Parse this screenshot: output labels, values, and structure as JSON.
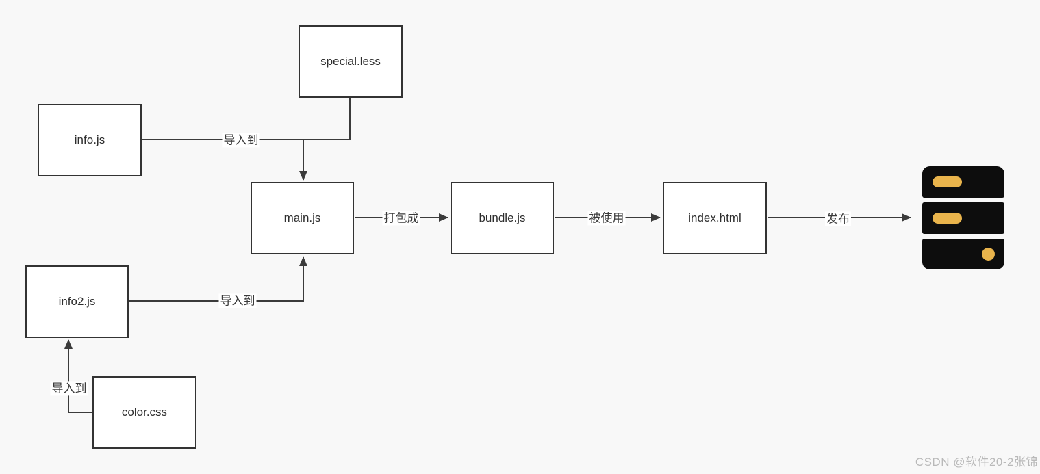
{
  "diagram": {
    "nodes": [
      {
        "id": "special-less",
        "label": "special.less"
      },
      {
        "id": "info-js",
        "label": "info.js"
      },
      {
        "id": "main-js",
        "label": "main.js"
      },
      {
        "id": "bundle-js",
        "label": "bundle.js"
      },
      {
        "id": "index-html",
        "label": "index.html"
      },
      {
        "id": "info2-js",
        "label": "info2.js"
      },
      {
        "id": "color-css",
        "label": "color.css"
      }
    ],
    "edges": [
      {
        "from": "info.js",
        "to": "main.js",
        "label": "导入到"
      },
      {
        "from": "main.js",
        "to": "bundle.js",
        "label": "打包成"
      },
      {
        "from": "bundle.js",
        "to": "index.html",
        "label": "被使用"
      },
      {
        "from": "index.html",
        "to": "server",
        "label": "发布"
      },
      {
        "from": "info2.js",
        "to": "main.js",
        "label": "导入到"
      },
      {
        "from": "color.css",
        "to": "info2.js",
        "label": "导入到"
      },
      {
        "from": "special.less",
        "to": "main.js",
        "label": ""
      }
    ],
    "icons": [
      {
        "name": "server-icon",
        "style": "black rack with 3 units, yellow indicator pills and dot"
      }
    ]
  },
  "colors": {
    "canvas_background": "#f8f8f8",
    "edge_line": "#3b3b3b",
    "node_border": "#333333",
    "node_fill": "#ffffff",
    "server_body": "#0d0d0d",
    "server_accent": "#e9b44c",
    "watermark_text": "#b9b9b9"
  },
  "watermark": {
    "text": "CSDN @软件20-2张锦"
  }
}
